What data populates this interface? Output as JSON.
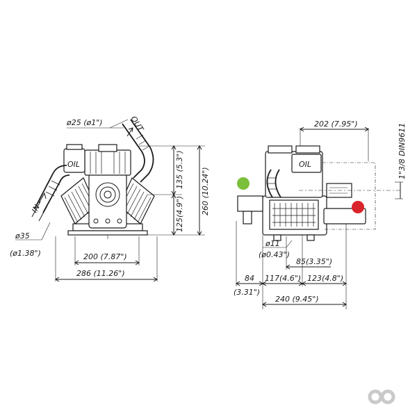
{
  "front_view": {
    "outlet_diameter": "ø25 (ø1\")",
    "outlet_label": "OUT",
    "inlet_label": "IN",
    "oil_label": "OIL",
    "inlet_diameter_mm": "ø35",
    "inlet_diameter_in": "(ø1.38\")",
    "height_upper": "135 (5.3\")",
    "height_lower": "125(4.9\")",
    "height_total": "260 (10.24\")",
    "width_inner": "200 (7.87\")",
    "width_total": "286 (11.26\")"
  },
  "side_view": {
    "width_top": "202 (7.95\")",
    "shaft_spec": "1\"3/8 DIN9611",
    "oil_label": "OIL",
    "bolt_diameter_mm": "ø11",
    "bolt_diameter_in": "(ø0.43\")",
    "dim_85": "85(3.35\")",
    "dim_84": "84",
    "dim_84_in": "(3.31\")",
    "dim_117": "117(4.6\")",
    "dim_123": "123(4.8\")",
    "dim_240": "240 (9.45\")"
  },
  "markers": {
    "green": "#7cbf3a",
    "red": "#d9242b"
  }
}
